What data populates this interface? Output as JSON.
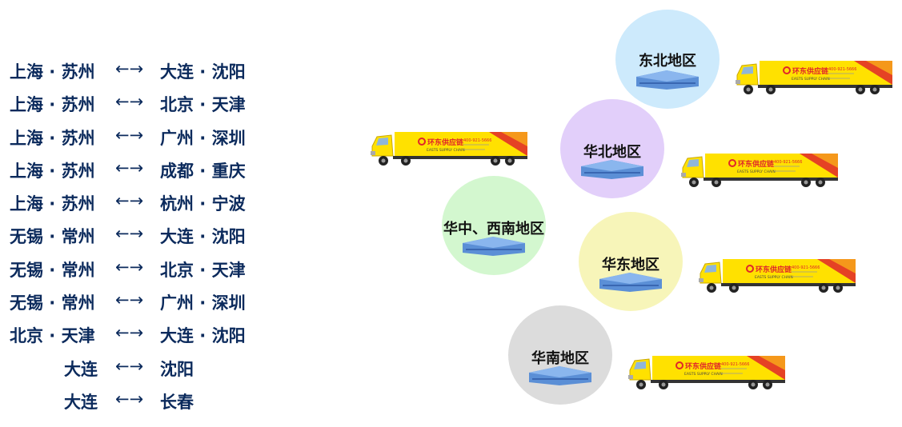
{
  "routes": [
    {
      "from": "上海 · 苏州",
      "arrow": "←→",
      "to": "大连 · 沈阳"
    },
    {
      "from": "上海 · 苏州",
      "arrow": "←→",
      "to": "北京 · 天津"
    },
    {
      "from": "上海 · 苏州",
      "arrow": "←→",
      "to": "广州 · 深圳"
    },
    {
      "from": "上海 · 苏州",
      "arrow": "←→",
      "to": "成都 · 重庆"
    },
    {
      "from": "上海 · 苏州",
      "arrow": "←→",
      "to": "杭州 · 宁波"
    },
    {
      "from": "无锡 · 常州",
      "arrow": "←→",
      "to": "大连 · 沈阳"
    },
    {
      "from": "无锡 · 常州",
      "arrow": "←→",
      "to": "北京 · 天津"
    },
    {
      "from": "无锡 · 常州",
      "arrow": "←→",
      "to": "广州 · 深圳"
    },
    {
      "from": "北京 · 天津",
      "arrow": "←→",
      "to": "大连 · 沈阳"
    },
    {
      "from": "大连",
      "arrow": "←→",
      "to": "沈阳"
    },
    {
      "from": "大连",
      "arrow": "←→",
      "to": "长春"
    }
  ],
  "regions": [
    {
      "label": "东北地区",
      "color": "#cdeafc"
    },
    {
      "label": "华北地区",
      "color": "#e2cffa"
    },
    {
      "label": "华中、西南地区",
      "color": "#d3f7cf"
    },
    {
      "label": "华东地区",
      "color": "#f7f5b9"
    },
    {
      "label": "华南地区",
      "color": "#dcdcdc"
    }
  ],
  "truck_brand": "环东供应链",
  "truck_subtitle": "EASTS SUPPLY CHAIN",
  "truck_phone": "400-921-5666",
  "colors": {
    "route_text": "#0b2a5c",
    "truck_yellow": "#ffe100",
    "truck_red": "#e0262a"
  }
}
